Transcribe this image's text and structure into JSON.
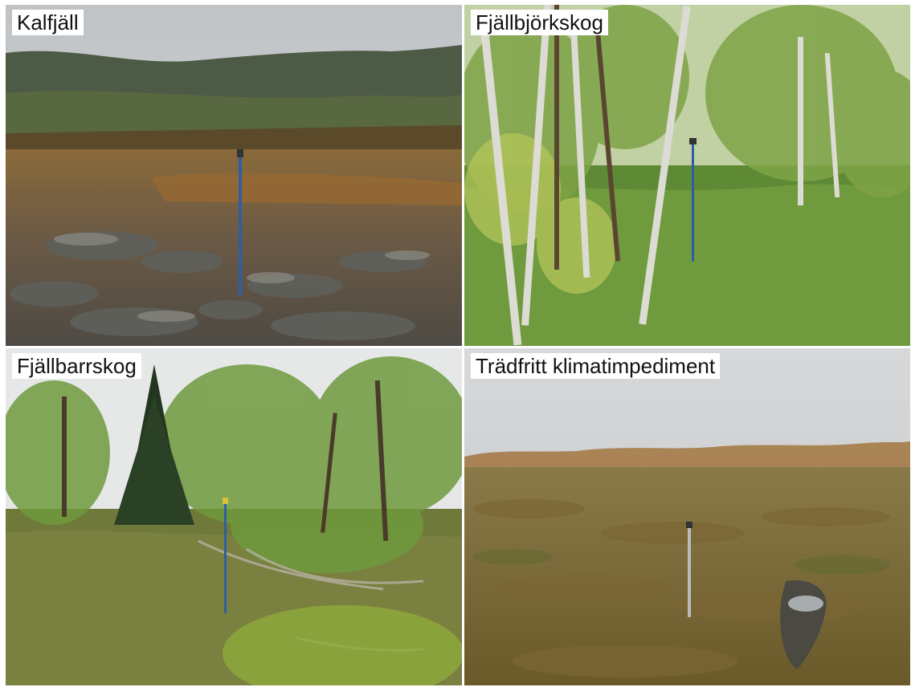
{
  "panels": [
    {
      "label": "Kalfjäll"
    },
    {
      "label": "Fjällbjörkskog"
    },
    {
      "label": "Fjällbarrskog"
    },
    {
      "label": "Trädfritt klimatimpediment"
    }
  ],
  "colors": {
    "sky_overcast": "#c9cbcd",
    "mountain": "#4d5a45",
    "heath_brown": "#7a5a32",
    "rock_grey": "#6e6e68",
    "birch_green": "#7fa346",
    "moss_green": "#5e8a35",
    "bog_brown": "#7c6634",
    "pole_blue": "#2f5fa0"
  }
}
